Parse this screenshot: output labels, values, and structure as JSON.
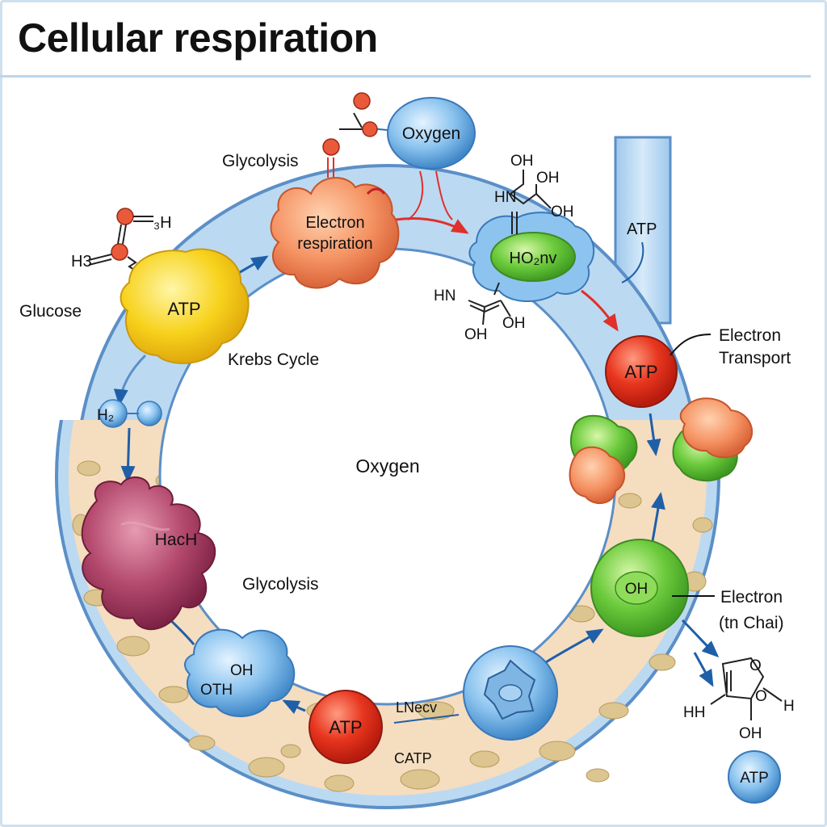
{
  "title": "Cellular respiration",
  "labels": {
    "glycolysis_top": "Glycolysis",
    "oxygen_bubble": "Oxygen",
    "electron_respiration_1": "Electron",
    "electron_respiration_2": "respiration",
    "atp_yellow": "ATP",
    "glucose": "Glucose",
    "h3_left": "H3",
    "h3_right": "₃H",
    "krebs_cycle": "Krebs Cycle",
    "h2": "H₂",
    "oxygen_center": "Oxygen",
    "hach": "HacH",
    "glycolysis_bottom": "Glycolysis",
    "oth_1": "OH",
    "oth_2": "OTH",
    "atp_bottom": "ATP",
    "lnecv": "LNecv",
    "catp": "CATP",
    "ho2nv": "HO₂nv",
    "mol_oh_top": "OH",
    "mol_hn_top": "HN",
    "mol_oh_top2": "OH",
    "mol_oh_top3": "OH",
    "mol_hn_mid": "HN",
    "mol_oh_mid1": "OH",
    "mol_oh_mid2": "OH",
    "atp_tube": "ATP",
    "atp_red": "ATP",
    "electron_transport_1": "Electron",
    "electron_transport_2": "Transport",
    "oh_green": "OH",
    "electron_chain_1": "Electron",
    "electron_chain_2": "(tn Chai)",
    "mol_o1": "O",
    "mol_o2": "O",
    "mol_h": "H",
    "mol_hh": "HH",
    "mol_oh_bottom": "OH",
    "atp_small_blue": "ATP"
  }
}
